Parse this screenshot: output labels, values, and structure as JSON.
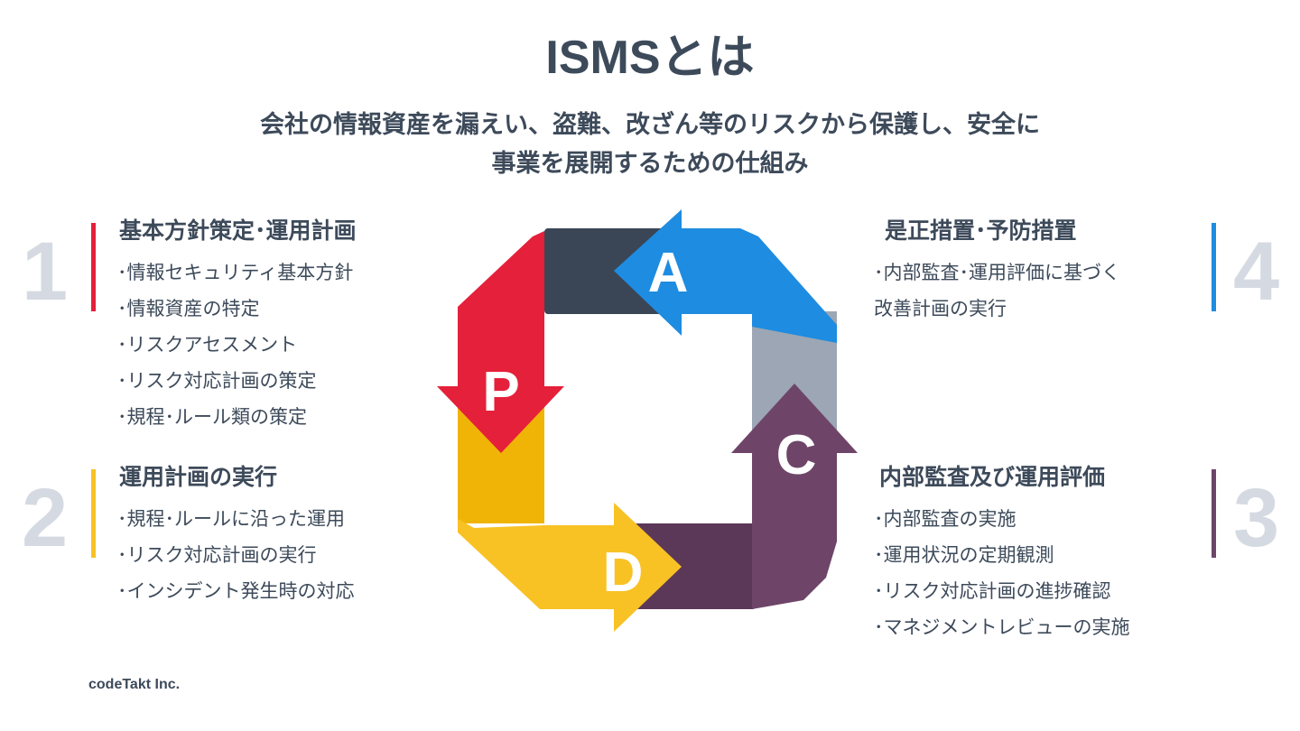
{
  "title": "ISMSとは",
  "subtitle": [
    "会社の情報資産を漏えい、盗難、改ざん等のリスクから保護し、安全に",
    "事業を展開するための仕組み"
  ],
  "colors": {
    "text": "#3d4a5a",
    "number": "#d5dae2",
    "plan": "#e5203a",
    "do": "#f8c225",
    "check": "#6e4569",
    "act": "#1e8ce0"
  },
  "sections": [
    {
      "number": "1",
      "heading": "基本方針策定･運用計画",
      "items": [
        "･情報セキュリティ基本方針",
        "･情報資産の特定",
        "･リスクアセスメント",
        "･リスク対応計画の策定",
        "･規程･ルール類の策定"
      ]
    },
    {
      "number": "2",
      "heading": "運用計画の実行",
      "items": [
        "･規程･ルールに沿った運用",
        "･リスク対応計画の実行",
        "･インシデント発生時の対応"
      ]
    },
    {
      "number": "3",
      "heading": "内部監査及び運用評価",
      "items": [
        "･内部監査の実施",
        "･運用状況の定期観測",
        "･リスク対応計画の進捗確認",
        "･マネジメントレビューの実施"
      ]
    },
    {
      "number": "4",
      "heading": "是正措置･予防措置",
      "items": [
        "･内部監査･運用評価に基づく",
        "改善計画の実行"
      ]
    }
  ],
  "cycle": {
    "p": "P",
    "d": "D",
    "c": "C",
    "a": "A"
  },
  "footer": "codeTakt Inc."
}
